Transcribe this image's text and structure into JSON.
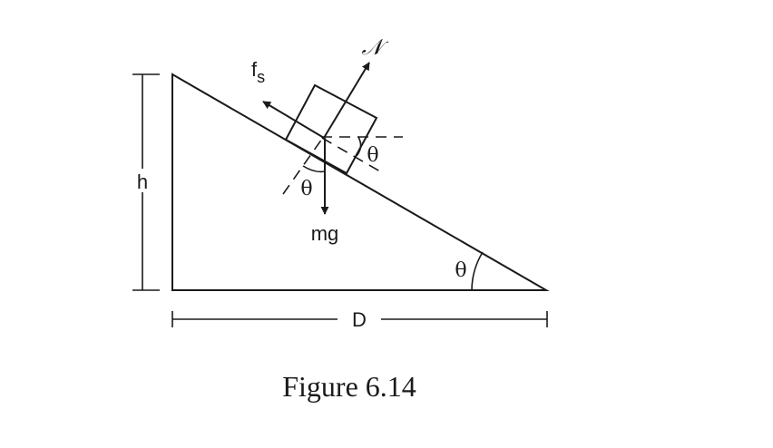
{
  "labels": {
    "height": "h",
    "base": "D",
    "friction": "f",
    "friction_sub": "s",
    "normal": "𝒩",
    "weight": "mg",
    "angle_incline": "θ",
    "angle_block": "θ",
    "angle_weight": "θ"
  },
  "caption": "Figure 6.14",
  "colors": {
    "ink": "#1a1a1a",
    "background": "#ffffff"
  }
}
